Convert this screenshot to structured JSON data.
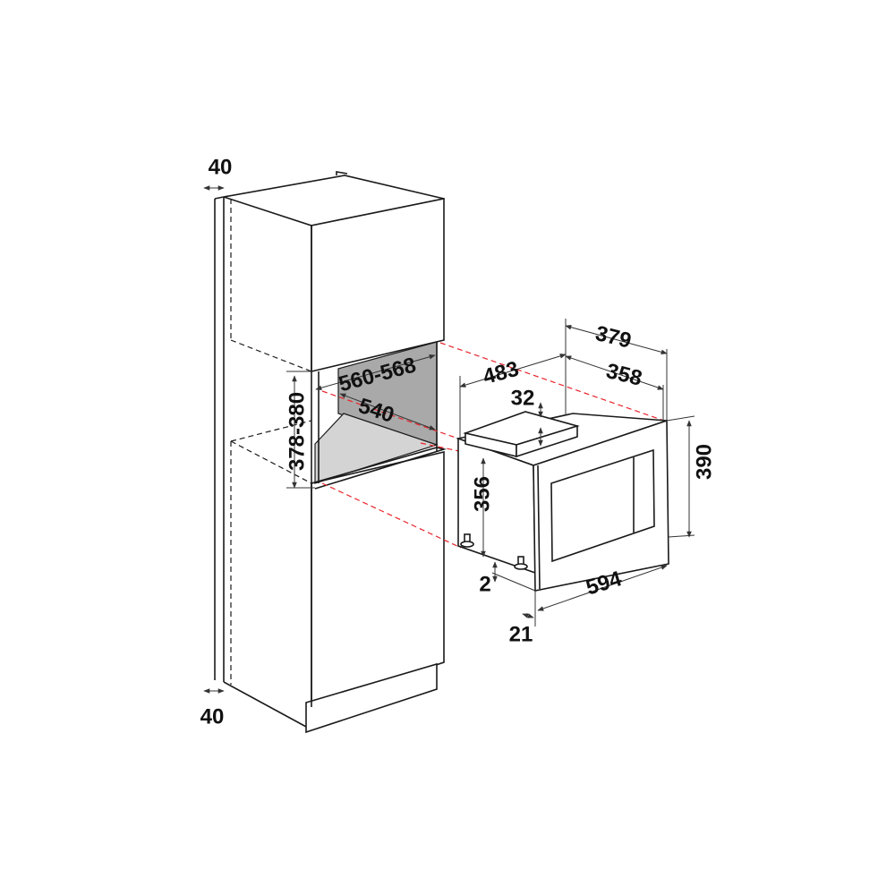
{
  "diagram": {
    "title": "Built-in microwave installation dimensions",
    "units": "mm",
    "colors": {
      "line": "#1a1a1a",
      "guide": "#e8232a",
      "niche_back": "#a9a9a9",
      "niche_floor": "#d4d4d4"
    },
    "cabinet_dimensions": {
      "side_gap_top": "40",
      "side_gap_bottom": "40",
      "niche_height": "378-380",
      "niche_width": "560-568",
      "niche_depth": "540"
    },
    "appliance_dimensions": {
      "overall_depth": "379",
      "body_depth": "358",
      "body_width": "483",
      "top_vent_height": "32",
      "body_height": "356",
      "front_height": "390",
      "foot_clearance": "2",
      "front_width": "594",
      "front_thickness": "21"
    }
  }
}
